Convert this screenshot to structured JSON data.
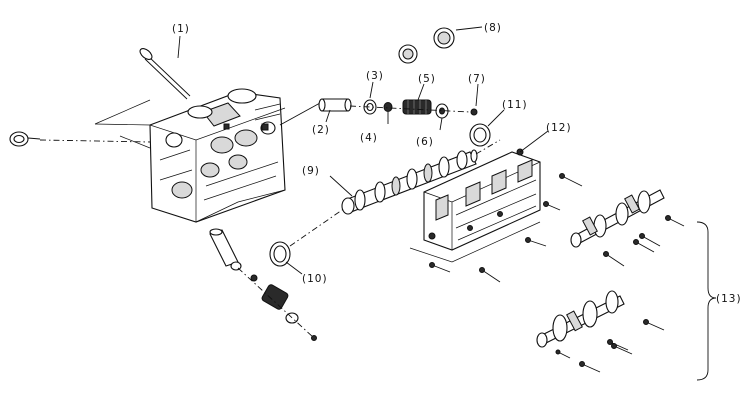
{
  "callouts": {
    "c1": "(1)",
    "c2": "(2)",
    "c3": "(3)",
    "c4": "(4)",
    "c5": "(5)",
    "c6": "(6)",
    "c7": "(7)",
    "c8": "(8)",
    "c9": "(9)",
    "c10": "(10)",
    "c11": "(11)",
    "c12": "(12)",
    "c13": "(13)"
  }
}
